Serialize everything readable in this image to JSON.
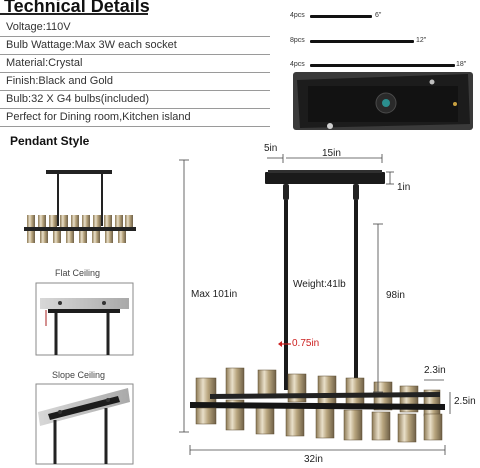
{
  "heading": "Technical Details",
  "specs": [
    "Voltage:110V",
    "Bulb Wattage:Max 3W each socket",
    "Material:Crystal",
    "Finish:Black and Gold",
    "Bulb:32 X G4 bulbs(included)",
    "Perfect for Dining room,Kitchen island"
  ],
  "rods": [
    {
      "qty": "4pcs",
      "len": "6\""
    },
    {
      "qty": "8pcs",
      "len": "12\""
    },
    {
      "qty": "4pcs",
      "len": "18\""
    }
  ],
  "style_label": "Pendant Style",
  "flat_ceiling": "Flat Ceiling",
  "slope_ceiling": "Slope Ceiling",
  "dims": {
    "canopy_offset": "5in",
    "canopy_length": "15in",
    "canopy_height": "1in",
    "max_height": "Max 101in",
    "weight": "Weight:41lb",
    "rod_length": "98in",
    "rod_diameter": "0.75in",
    "crystal_width": "2.3in",
    "crystal_height": "2.5in",
    "total_length": "32in"
  }
}
